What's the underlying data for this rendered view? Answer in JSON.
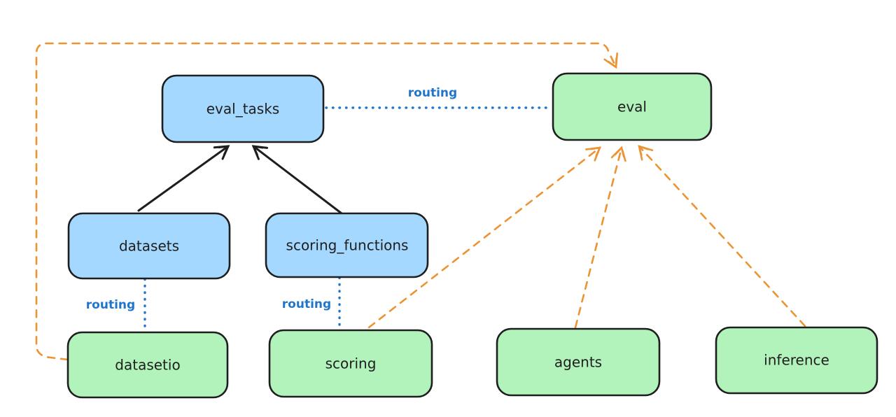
{
  "diagram": {
    "type": "architecture-graph",
    "nodes": {
      "eval_tasks": {
        "label": "eval_tasks",
        "fill": "blue"
      },
      "eval": {
        "label": "eval",
        "fill": "green"
      },
      "datasets": {
        "label": "datasets",
        "fill": "blue"
      },
      "scoring_functions": {
        "label": "scoring_functions",
        "fill": "blue"
      },
      "datasetio": {
        "label": "datasetio",
        "fill": "green"
      },
      "scoring": {
        "label": "scoring",
        "fill": "green"
      },
      "agents": {
        "label": "agents",
        "fill": "green"
      },
      "inference": {
        "label": "inference",
        "fill": "green"
      }
    },
    "edges": [
      {
        "from": "datasets",
        "to": "eval_tasks",
        "style": "solid",
        "color": "black",
        "label": ""
      },
      {
        "from": "scoring_functions",
        "to": "eval_tasks",
        "style": "solid",
        "color": "black",
        "label": ""
      },
      {
        "from": "eval_tasks",
        "to": "eval",
        "style": "dotted",
        "color": "blue",
        "label": "routing"
      },
      {
        "from": "datasets",
        "to": "datasetio",
        "style": "dotted",
        "color": "blue",
        "label": "routing"
      },
      {
        "from": "scoring_functions",
        "to": "scoring",
        "style": "dotted",
        "color": "blue",
        "label": "routing"
      },
      {
        "from": "datasetio",
        "to": "eval",
        "style": "dashed",
        "color": "orange",
        "label": ""
      },
      {
        "from": "scoring",
        "to": "eval",
        "style": "dashed",
        "color": "orange",
        "label": ""
      },
      {
        "from": "agents",
        "to": "eval",
        "style": "dashed",
        "color": "orange",
        "label": ""
      },
      {
        "from": "inference",
        "to": "eval",
        "style": "dashed",
        "color": "orange",
        "label": ""
      }
    ],
    "colors": {
      "blue_fill": "#a5d8ff",
      "green_fill": "#b2f2bb",
      "stroke": "#1e1e1e",
      "orange": "#ec9434",
      "routing_blue": "#2276c9",
      "background": "#ffffff"
    }
  }
}
